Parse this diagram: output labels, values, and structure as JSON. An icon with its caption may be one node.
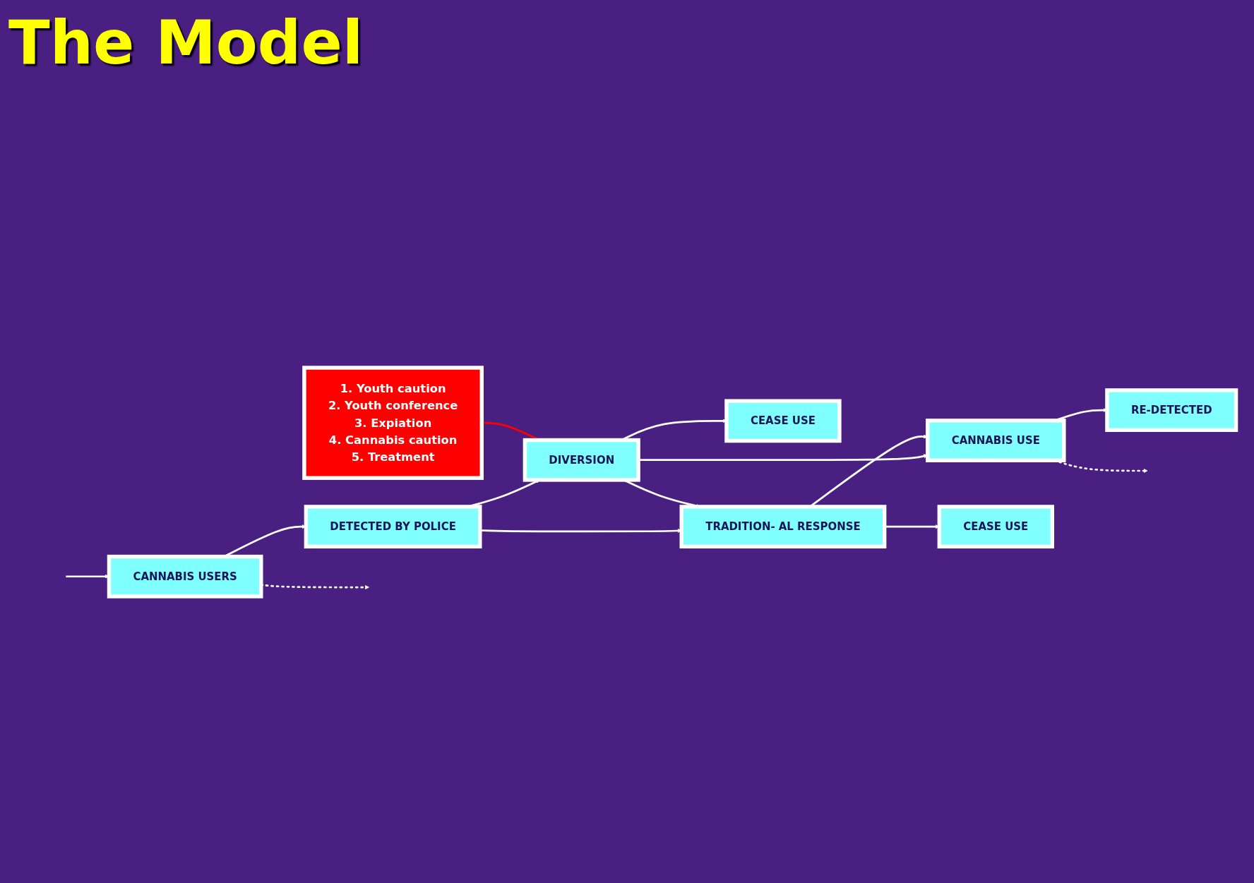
{
  "diagram": {
    "title": "The Model",
    "nodes": [
      {
        "text": [
          "CANNABIS USERS"
        ]
      },
      {
        "text": [
          "DETECTED BY POLICE"
        ]
      },
      {
        "text": [
          "CEASE USE"
        ]
      },
      {
        "text": [
          "DIVERSION"
        ]
      },
      {
        "text": [
          "TRADITION- AL RESPONSE"
        ]
      },
      {
        "text": [
          "CANNABIS USE"
        ]
      },
      {
        "text": [
          "RE-DETECTED"
        ]
      },
      {
        "text": [
          "CEASE USE"
        ]
      },
      {
        "text": [
          "1. Youth caution",
          "2. Youth conference",
          "3. Expiation",
          "4. Cannabis caution",
          "5. Treatment"
        ]
      }
    ],
    "edges": [
      {
        "from": null,
        "to": 0,
        "arrow": "to"
      },
      {
        "from": 0,
        "to": 1,
        "arrow": "to"
      },
      {
        "from": 1,
        "to": 3,
        "arrow": "to"
      },
      {
        "from": 1,
        "to": 4,
        "arrow": "to"
      },
      {
        "from": 3,
        "to": 2,
        "arrow": "to"
      },
      {
        "from": 3,
        "to": 4,
        "arrow": "to"
      },
      {
        "from": 3,
        "to": 5,
        "arrow": "to"
      },
      {
        "from": 4,
        "to": 5,
        "arrow": "to"
      },
      {
        "from": 4,
        "to": 7,
        "arrow": "to"
      },
      {
        "from": 5,
        "to": 6,
        "arrow": "to"
      },
      {
        "from": 0,
        "to": null,
        "arrow": "to",
        "style": "dashed"
      },
      {
        "from": 5,
        "to": null,
        "arrow": "to",
        "style": "dashed"
      },
      {
        "from": 8,
        "to": 3,
        "arrow": "none",
        "color": "#ff0000"
      }
    ]
  }
}
